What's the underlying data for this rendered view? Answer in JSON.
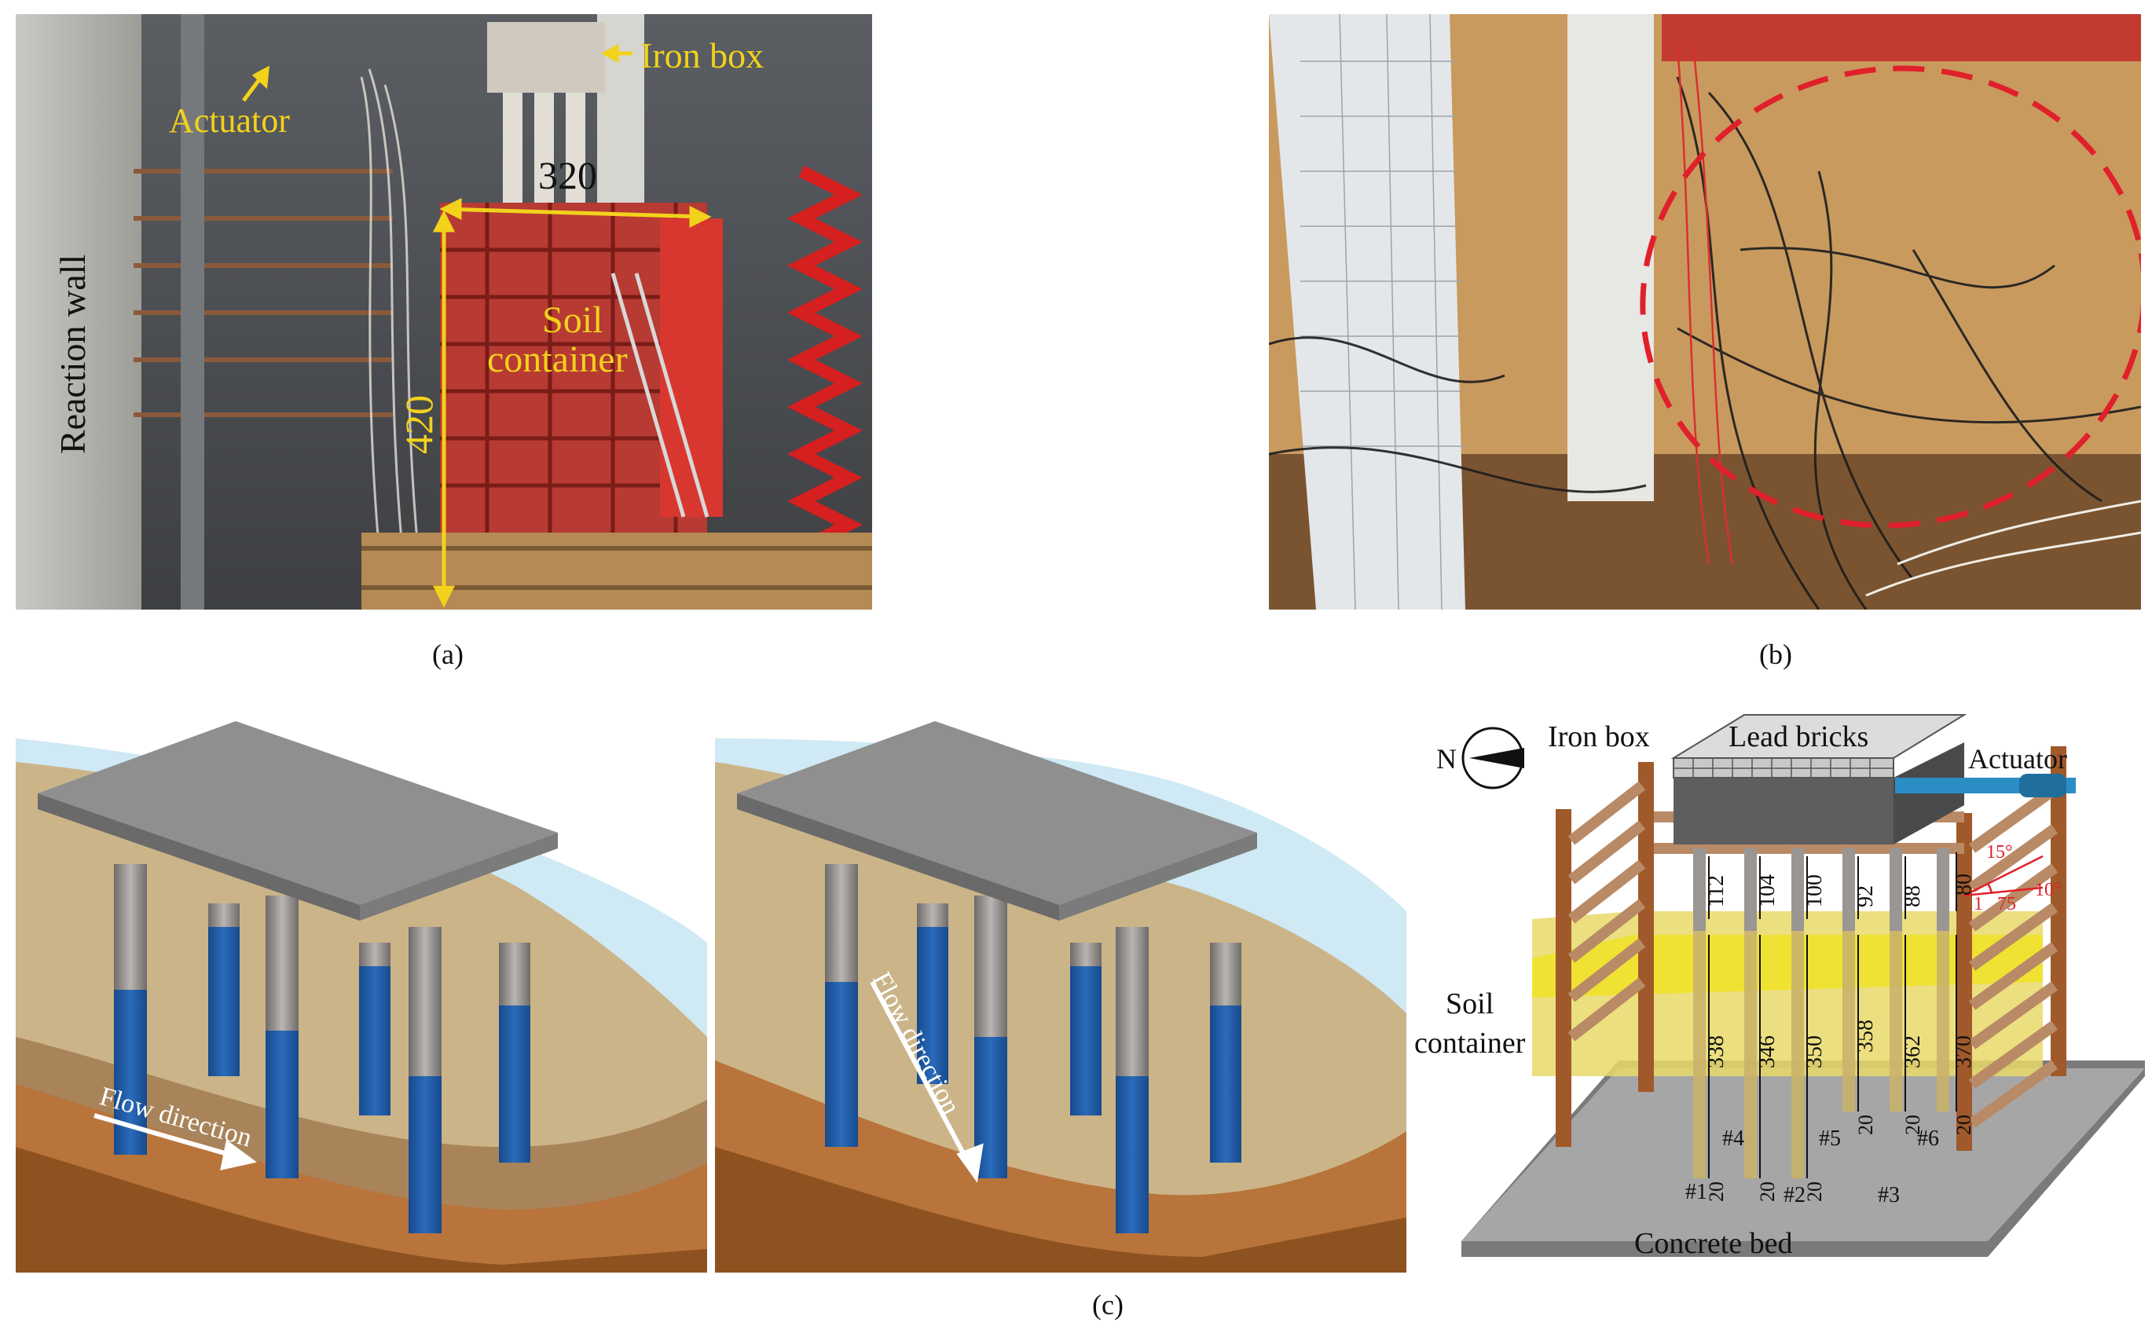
{
  "panel_a": {
    "labels": {
      "reaction_wall": "Reaction wall",
      "actuator": "Actuator",
      "iron_box": "Iron box",
      "soil_container_1": "Soil",
      "soil_container_2": "container",
      "dim_width": "320",
      "dim_height": "420"
    },
    "caption": "(a)"
  },
  "panel_b": {
    "caption": "(b)"
  },
  "panel_c": {
    "flow_label_left": "Flow direction",
    "flow_label_mid": "Flow direction",
    "right": {
      "north": "N",
      "iron_box": "Iron box",
      "lead_bricks": "Lead bricks",
      "actuator": "Actuator",
      "soil_container_1": "Soil",
      "soil_container_2": "container",
      "concrete_bed": "Concrete bed",
      "top_dims": [
        "112",
        "104",
        "100",
        "92",
        "88",
        "80"
      ],
      "embed_dims": [
        "338",
        "346",
        "350",
        "358",
        "362",
        "370"
      ],
      "bottom_dims": [
        "20",
        "20",
        "20",
        "20",
        "20",
        "20"
      ],
      "pile_ids": [
        "#1",
        "#2",
        "#3",
        "#4",
        "#5",
        "#6"
      ],
      "angle_labels": [
        "15°",
        "1",
        "75",
        "10°"
      ]
    },
    "caption": "(c)"
  },
  "colors": {
    "pile_blue": "#1f5aa6",
    "pile_gray": "#9a9693",
    "cap_gray": "#8e8e8e",
    "soil_tan": "#c9b17a",
    "soil_brown": "#b8743a",
    "water_blue": "#cfe9f5",
    "container_post": "#a0592a",
    "label_yellow": "#f2d21b",
    "dashed_red": "#e0202a"
  }
}
